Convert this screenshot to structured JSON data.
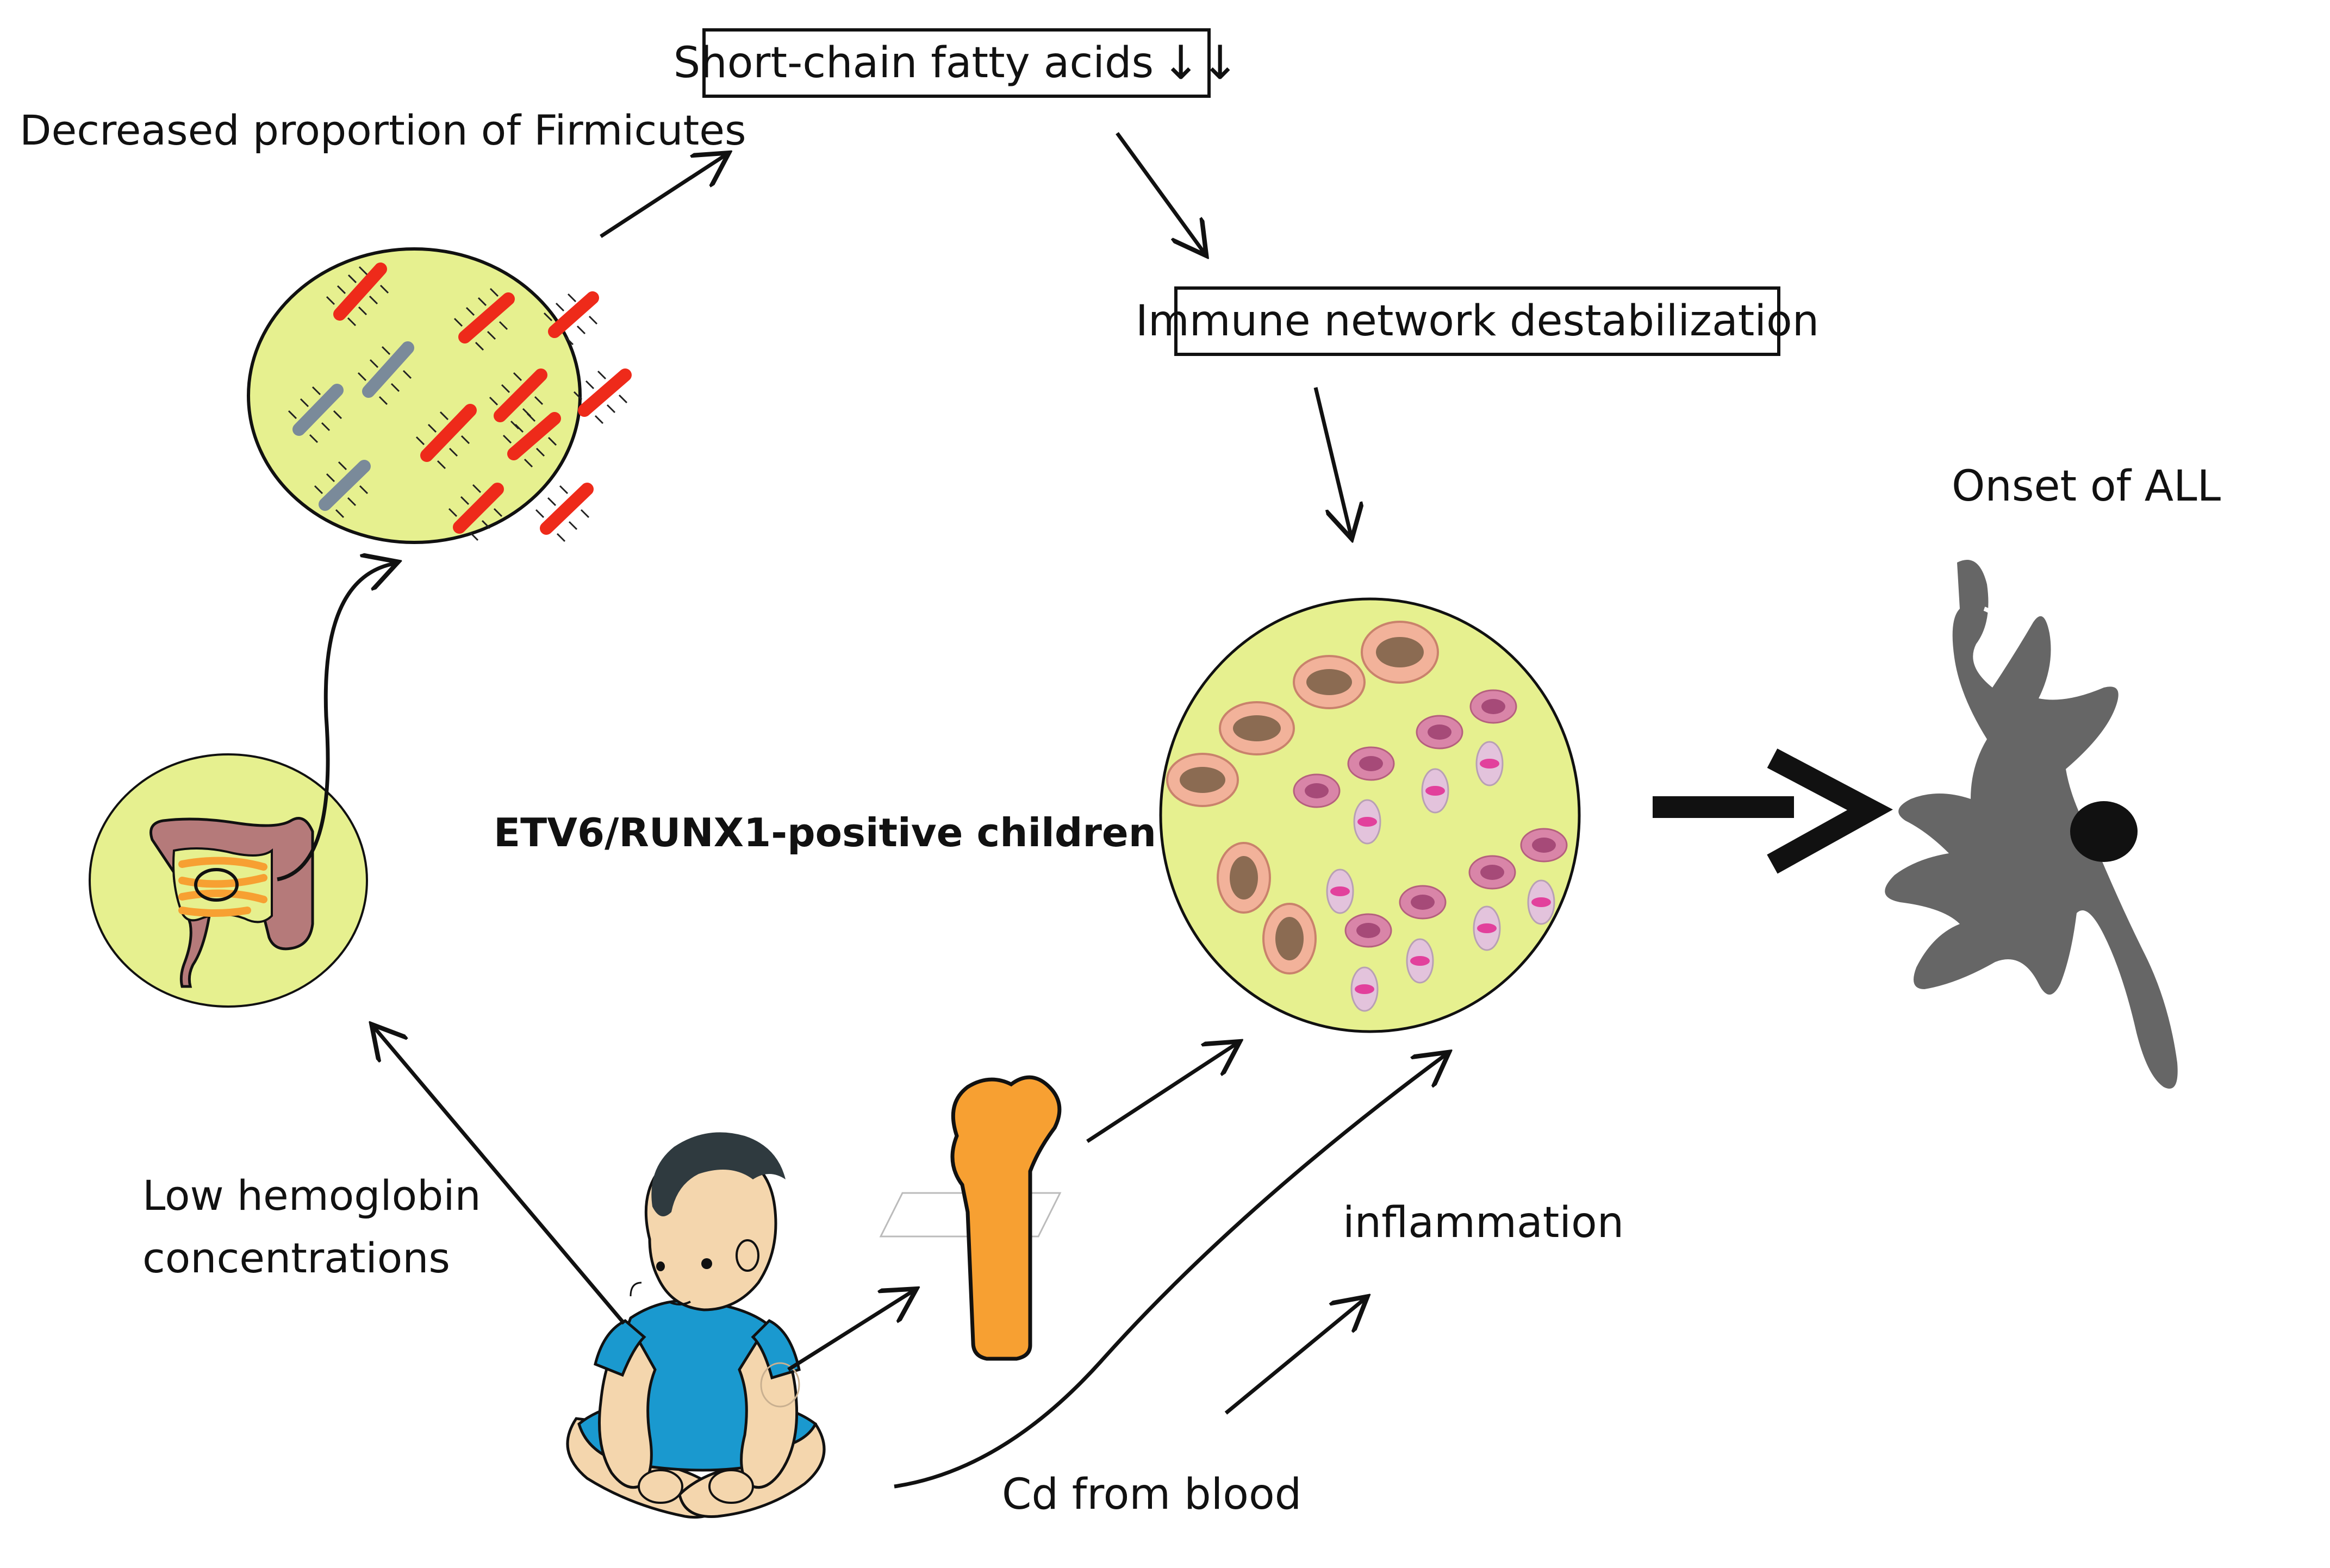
{
  "labels": {
    "firmicutes": "Decreased proportion of Firmicutes",
    "scfa": "Short-chain fatty acids",
    "scfa_arrows": "↓↓",
    "immune": "Immune network destabilization",
    "onset": "Onset of ALL",
    "etv6": "ETV6/RUNX1-positive children",
    "hemoglobin_line1": "Low hemoglobin",
    "hemoglobin_line2": "concentrations",
    "inflammation": "inflammation",
    "cd_blood": "Cd from blood"
  },
  "colors": {
    "circle_fill": "#e6f08f",
    "bacteria_red": "#ee2a1a",
    "bacteria_gray": "#7a8a9a",
    "cell_outer": "#f2b29a",
    "cell_nucleus": "#8b6b52",
    "cell_small_outer": "#d985a8",
    "cell_small_nucleus": "#a64a78",
    "cell_oval_outer": "#e3c3dc",
    "cell_oval_nucleus": "#e2409c",
    "leukemia": "#666666",
    "bone": "#f7a032",
    "shirt": "#1a99cf",
    "skin": "#f4d6ad",
    "hair": "#2f3a3f"
  }
}
